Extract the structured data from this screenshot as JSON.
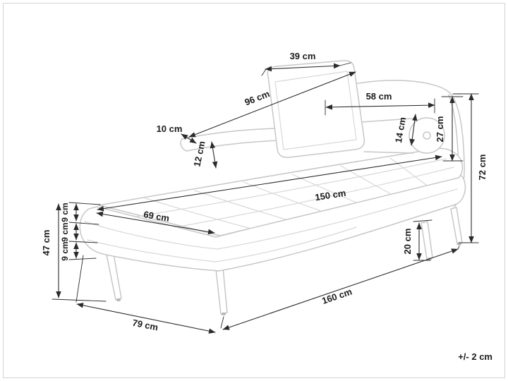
{
  "figure": {
    "tolerance_note": "+/- 2 cm",
    "dims": {
      "pillow_width": "39 cm",
      "pillow_diagonal": "96 cm",
      "bolster_length": "58 cm",
      "head_rail_depth": "10 cm",
      "head_rail_height": "12 cm",
      "bolster_diameter": "14 cm",
      "backrest_above_seat": "27 cm",
      "backrest_total_height": "72 cm",
      "seat_length": "150 cm",
      "seat_width": "69 cm",
      "cushion_layer_1": "9 cm",
      "cushion_layer_2": "9 cm",
      "cushion_layer_3": "9 cm",
      "seat_height": "47 cm",
      "leg_height": "20 cm",
      "overall_length": "160 cm",
      "overall_depth": "79 cm"
    }
  }
}
